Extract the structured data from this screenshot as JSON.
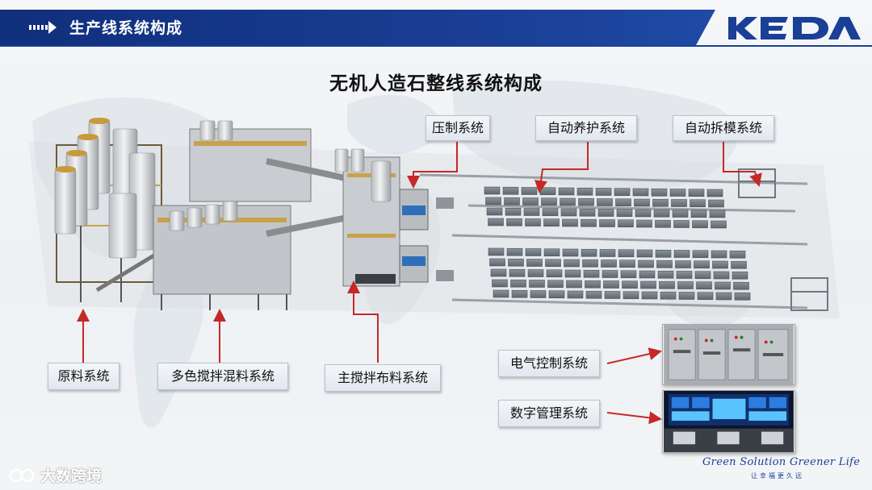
{
  "header": {
    "title": "生产线系统构成"
  },
  "brand": {
    "logo_text": "KEDA"
  },
  "main_title": "无机人造石整线系统构成",
  "systems": {
    "pressing": "压制系统",
    "curing": "自动养护系统",
    "demolding": "自动拆模系统",
    "raw_material": "原料系统",
    "color_mixing": "多色搅拌混料系统",
    "main_mixing": "主搅拌布料系统",
    "electrical": "电气控制系统",
    "digital": "数字管理系统"
  },
  "footer": {
    "slogan": "Green Solution Greener Life",
    "slogan_cn": "让幸福更久远",
    "watermark": "大数跨境"
  },
  "colors": {
    "brand_blue": "#1a3f96",
    "arrow_red": "#c62828",
    "callout_bg": "#e6eaf0"
  }
}
